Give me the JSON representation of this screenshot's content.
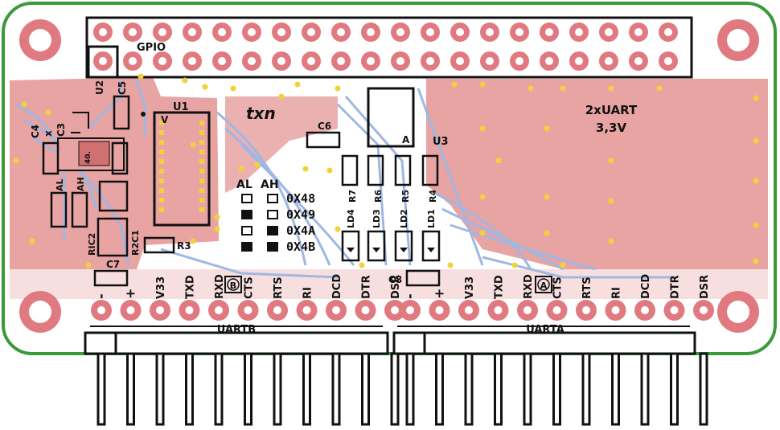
{
  "board": {
    "title_line1": "2xUART",
    "title_line2": "3,3V",
    "gpio_label": "GPIO",
    "logo_text": "txn",
    "logo_sub": "n"
  },
  "components": {
    "u1": "U1",
    "u2": "U2",
    "u3": "U3",
    "c3": "C3",
    "c4": "C4",
    "c5": "C5",
    "c6": "C6",
    "c7": "C7",
    "c8": "C8",
    "r3": "R3",
    "r4": "R4",
    "r5": "R5",
    "r6": "R6",
    "r7": "R7",
    "ric2": "RIC2",
    "r2c1": "R2C1",
    "ld1": "LD1",
    "ld2": "LD2",
    "ld3": "LD3",
    "ld4": "LD4",
    "al_small": "AL",
    "ah_small": "AH",
    "a_mark": "A",
    "v_mark": "V",
    "x_mark": "x",
    "chip_mark": "40."
  },
  "address_table": {
    "header_al": "AL",
    "header_ah": "AH",
    "rows": [
      "0X48",
      "0X49",
      "0X4A",
      "0X4B"
    ]
  },
  "uart_b": {
    "name": "UARTB",
    "badge": "B",
    "pins": [
      "-",
      "+",
      "V33",
      "TXD",
      "RXD",
      "CTS",
      "RTS",
      "RI",
      "DCD",
      "DTR",
      "DSR"
    ]
  },
  "uart_a": {
    "name": "UARTA",
    "badge": "A",
    "pins": [
      "-",
      "+",
      "V33",
      "TXD",
      "RXD",
      "CTS",
      "RTS",
      "RI",
      "DCD",
      "DTR",
      "DSR"
    ]
  },
  "colors": {
    "board_outline": "#3a9a3a",
    "copper": "#e8a3a3",
    "copper_dark": "#d98585",
    "trace": "#9fb7e3",
    "pad": "#e07a80",
    "via": "#f2d13a",
    "silk": "#111111"
  }
}
